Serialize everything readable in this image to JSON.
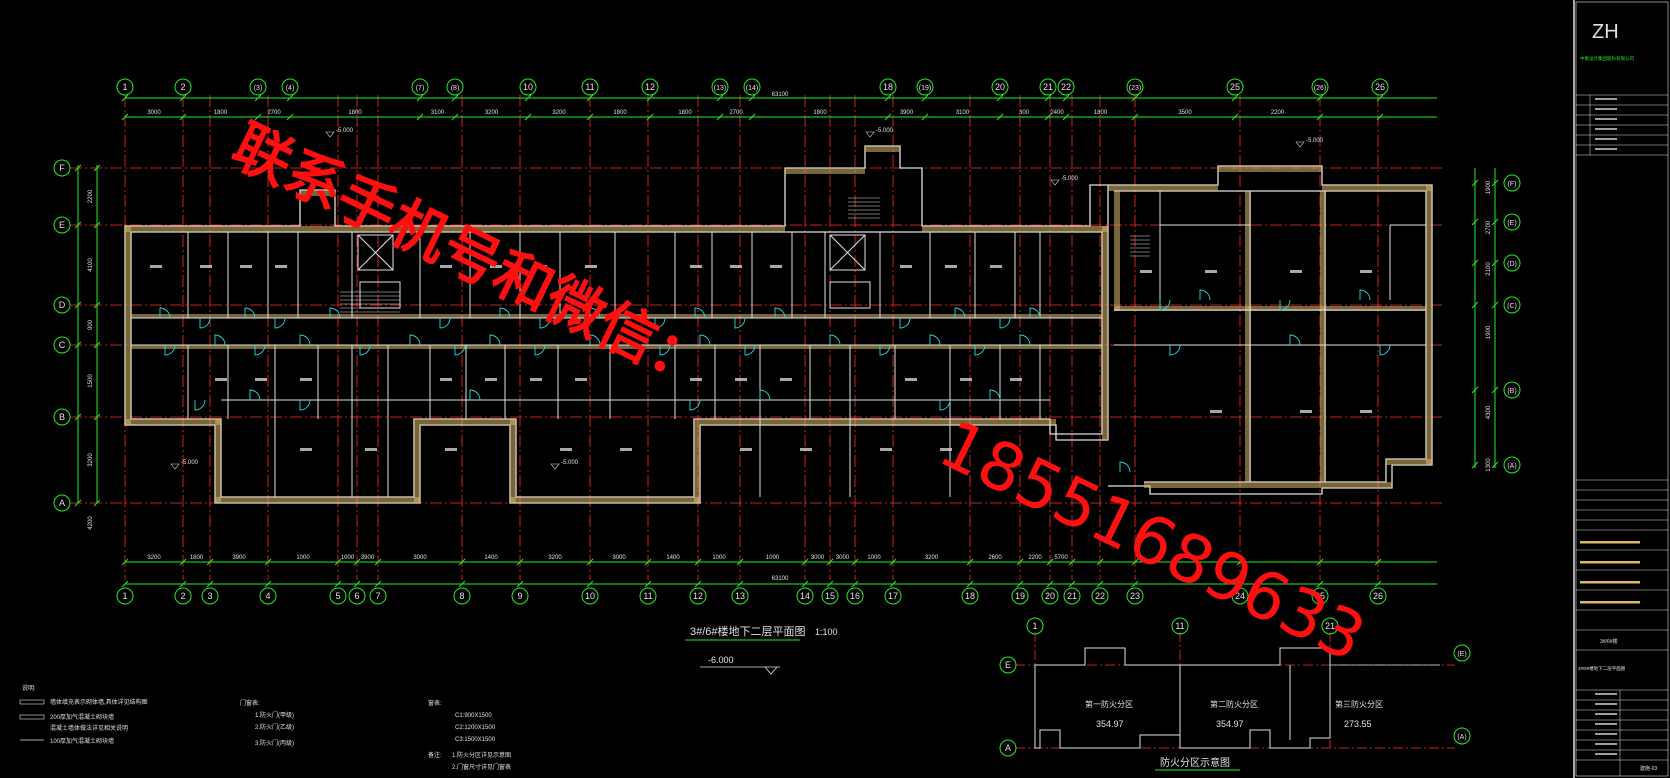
{
  "colors": {
    "background": "#000000",
    "axis": "#ff2a2a",
    "dimension": "#22ee22",
    "wall": "#e0e0e0",
    "hatch": "#d9b86c",
    "door": "#20dede",
    "watermark": "#ff1010",
    "frame": "#ffffff"
  },
  "watermark": {
    "line1": "联系手机号和微信：",
    "line2": "18551689633"
  },
  "plan": {
    "top_axes": [
      "1",
      "2",
      "(3)",
      "(4)",
      "(7)",
      "(8)",
      "10",
      "11",
      "12",
      "(13)",
      "(14)",
      "18",
      "(19)",
      "20",
      "21",
      "22",
      "(23)",
      "25",
      "(26)",
      "26"
    ],
    "bottom_axes": [
      "1",
      "2",
      "3",
      "4",
      "5",
      "6",
      "7",
      "8",
      "9",
      "10",
      "11",
      "12",
      "13",
      "14",
      "15",
      "16",
      "17",
      "18",
      "19",
      "20",
      "21",
      "22",
      "23",
      "24",
      "25",
      "26"
    ],
    "left_axes": [
      "F",
      "E",
      "D",
      "C",
      "B",
      "A"
    ],
    "right_axes": [
      "(F)",
      "(E)",
      "(D)",
      "(C)",
      "(B)",
      "(A)"
    ],
    "top_dims": [
      "3000",
      "1800",
      "2700",
      "1800",
      "3100",
      "3200",
      "3200",
      "1800",
      "1800",
      "2700",
      "1800",
      "3900",
      "3100",
      "300",
      "2400",
      "1800",
      "3500",
      "2200"
    ],
    "bottom_dims": [
      "3200",
      "1800",
      "3900",
      "1000",
      "1000",
      "3900",
      "3000",
      "1400",
      "3200",
      "3000",
      "1400",
      "1000",
      "1000",
      "3000",
      "3000",
      "1000",
      "3200",
      "2600",
      "2200",
      "5700"
    ],
    "total_dim": "63100",
    "left_dims": [
      "2200",
      "4100",
      "900",
      "1500",
      "3200",
      "4200"
    ],
    "right_dims": [
      "1900",
      "2700",
      "2100",
      "1900",
      "4300",
      "1300"
    ],
    "level_marks": [
      "-5.000",
      "-5.000",
      "-5.000",
      "-5.000",
      "-5.000",
      "-5.000"
    ]
  },
  "titles": {
    "main_plan": "3#/6#楼地下二层平面图",
    "main_scale": "1:100",
    "main_level": "-6.000",
    "fire_plan": "防火分区示意图"
  },
  "fire_zones": {
    "top_axes": [
      "1",
      "11",
      "21"
    ],
    "axes_e": "E",
    "axes_a": "A",
    "axes_e_right": "(E)",
    "axes_a_right": "(A)",
    "zones": [
      {
        "name": "第一防火分区",
        "area": "354.97"
      },
      {
        "name": "第二防火分区",
        "area": "354.97"
      },
      {
        "name": "第三防火分区",
        "area": "273.55"
      }
    ]
  },
  "notes": {
    "header": "说明:",
    "legend": [
      "墙体填充表示砌体墙,具体详见结构图",
      "200厚加气混凝土砌块墙",
      "混凝土墙体做法详见相关说明",
      "100厚加气混凝土砌块墙"
    ],
    "door_header": "门窗表:",
    "door_lines": [
      "1.防火门(甲级)",
      "2.防火门(乙级)",
      "3.防火门(丙级)"
    ],
    "window_header": "窗表:",
    "window_lines": [
      "C1:900X1500",
      "C2:1200X1500",
      "C3:1500X1500"
    ],
    "memo_header": "备注:",
    "memo_lines": [
      "1.防火分区详见示意图",
      "2.门窗尺寸详见门窗表"
    ]
  },
  "title_block": {
    "logo": "ZH",
    "company": "中衡设计集团股份有限公司",
    "project": "3#/6#楼",
    "sheet": "3#/6#楼地下二层平面图",
    "sheet_no": "建施-03"
  }
}
